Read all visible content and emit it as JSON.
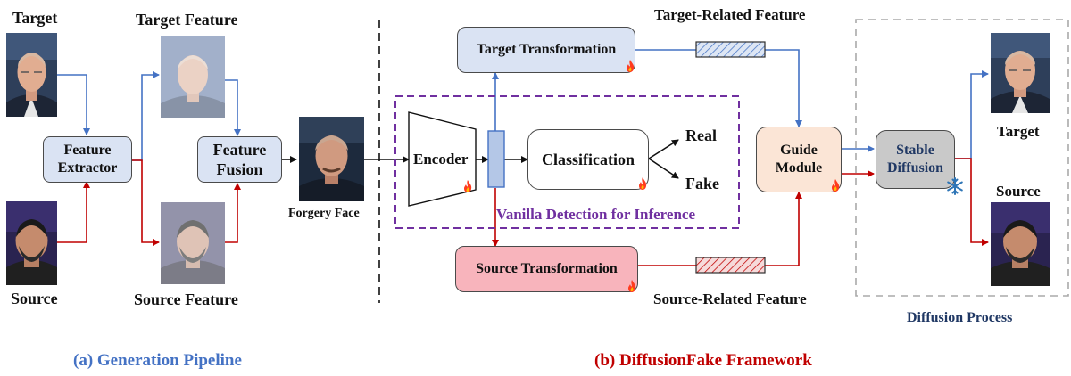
{
  "colors": {
    "blue_arrow": "#4472c4",
    "red_arrow": "#c00000",
    "box_blue": "#dae3f3",
    "box_pink": "#f8b4bc",
    "box_peach": "#fbe5d6",
    "box_gray": "#c9c9c9",
    "purple_dash": "#7030a0",
    "caption_blue": "#4472c4",
    "caption_red": "#c00000",
    "diffusion_text": "#203864"
  },
  "generation": {
    "target_label": "Target",
    "source_label": "Source",
    "target_feature_label": "Target Feature",
    "source_feature_label": "Source Feature",
    "feature_extractor": "Feature Extractor",
    "feature_fusion": "Feature Fusion",
    "forgery_face_label": "Forgery Face"
  },
  "framework": {
    "target_transformation": "Target Transformation",
    "source_transformation": "Source Transformation",
    "target_related_feature": "Target-Related Feature",
    "source_related_feature": "Source-Related Feature",
    "encoder": "Encoder",
    "classification": "Classification",
    "real": "Real",
    "fake": "Fake",
    "vanilla_detection": "Vanilla Detection for Inference",
    "guide_module": "Guide Module"
  },
  "diffusion": {
    "stable_diffusion": "Stable Diffusion",
    "target_label": "Target",
    "source_label": "Source",
    "process_label": "Diffusion Process"
  },
  "captions": {
    "a": "(a) Generation Pipeline",
    "b": "(b) DiffusionFake Framework"
  },
  "icons": {
    "flame": "flame-icon",
    "snowflake": "snowflake-icon"
  }
}
